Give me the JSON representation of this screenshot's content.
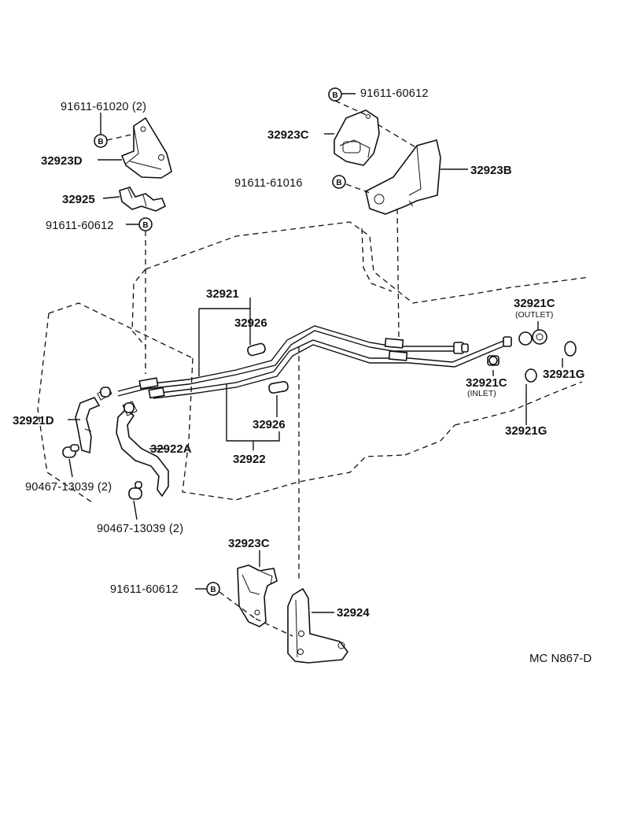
{
  "bolt_marker": "B",
  "labels": {
    "p91611_61020": "91611-61020 (2)",
    "p32923D": "32923D",
    "p32925": "32925",
    "p91611_60612_a": "91611-60612",
    "p91611_60612_b": "91611-60612",
    "p32923C_top": "32923C",
    "p91611_61016": "91611-61016",
    "p32923B": "32923B",
    "p32921": "32921",
    "p32926_a": "32926",
    "p32921C_outlet": "32921C",
    "outlet_note": "(OUTLET)",
    "p32921C_inlet": "32921C",
    "inlet_note": "(INLET)",
    "p32921G_a": "32921G",
    "p32921G_b": "32921G",
    "p32921D": "32921D",
    "p32922A": "32922A",
    "p32926_b": "32926",
    "p32922": "32922",
    "p90467_a": "90467-13039 (2)",
    "p90467_b": "90467-13039 (2)",
    "p32923C_bottom": "32923C",
    "p91611_60612_c": "91611-60612",
    "p32924": "32924"
  },
  "reference_code": "MC N867-D"
}
